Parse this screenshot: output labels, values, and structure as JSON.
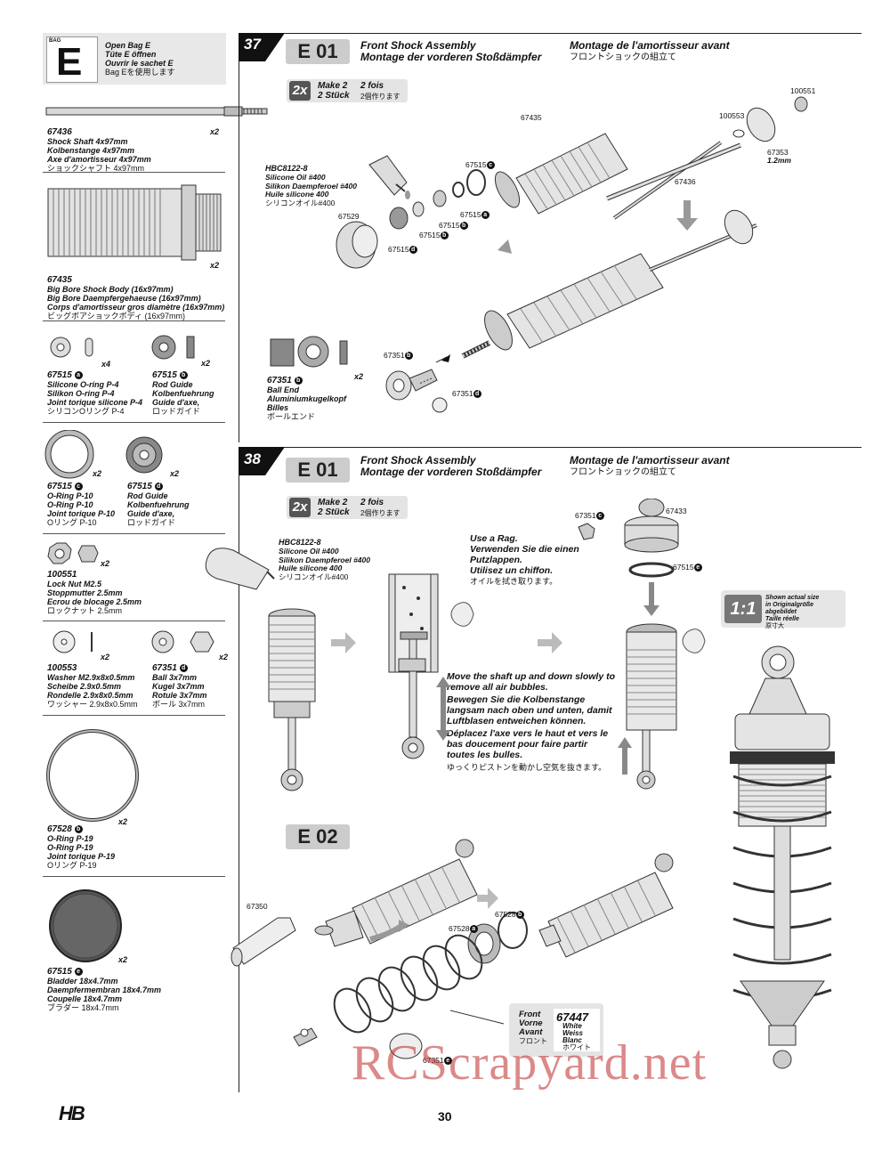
{
  "bag": {
    "label": "BAG",
    "letter": "E",
    "lines": [
      "Open Bag E",
      "Tüte E öffnen",
      "Ouvrir le sachet E",
      "Bag Eを使用します"
    ]
  },
  "parts": [
    {
      "code": "67436",
      "qty": "x2",
      "names": [
        "Shock Shaft 4x97mm",
        "Kolbenstange 4x97mm",
        "Axe d'amortisseur 4x97mm",
        "ショックシャフト 4x97mm"
      ]
    },
    {
      "code": "67435",
      "qty": "x2",
      "names": [
        "Big Bore Shock Body (16x97mm)",
        "Big Bore Daempfergehaeuse (16x97mm)",
        "Corps d'amortisseur gros diamètre (16x97mm)",
        "ビッグボアショックボディ (16x97mm)"
      ]
    },
    {
      "code": "67515",
      "sub": "a",
      "qty": "x4",
      "names": [
        "Silicone O-ring P-4",
        "Silikon O-ring P-4",
        "Joint torique silicone P-4",
        "シリコンOリング P-4"
      ]
    },
    {
      "code": "67515",
      "sub": "b",
      "qty": "x2",
      "names": [
        "Rod Guide",
        "Kolbenfuehrung",
        "Guide d'axe,",
        "ロッドガイド"
      ]
    },
    {
      "code": "67515",
      "sub": "c",
      "qty": "x2",
      "names": [
        "O-Ring P-10",
        "O-Ring P-10",
        "Joint torique P-10",
        "Oリング P-10"
      ]
    },
    {
      "code": "67515",
      "sub": "d",
      "qty": "x2",
      "names": [
        "Rod Guide",
        "Kolbenfuehrung",
        "Guide d'axe,",
        "ロッドガイド"
      ]
    },
    {
      "code": "100551",
      "qty": "x2",
      "names": [
        "Lock Nut M2.5",
        "Stoppmutter 2.5mm",
        "Ecrou de blocage 2.5mm",
        "ロックナット 2.5mm"
      ]
    },
    {
      "code": "100553",
      "qty": "x2",
      "names": [
        "Washer M2.9x8x0.5mm",
        "Scheibe 2.9x0.5mm",
        "Rondelle 2.9x8x0.5mm",
        "ワッシャー 2.9x8x0.5mm"
      ]
    },
    {
      "code": "67351",
      "sub": "d",
      "qty": "x2",
      "names": [
        "Ball 3x7mm",
        "Kugel 3x7mm",
        "Rotule 3x7mm",
        "ボール 3x7mm"
      ]
    },
    {
      "code": "67528",
      "sub": "b",
      "qty": "x2",
      "names": [
        "O-Ring P-19",
        "O-Ring P-19",
        "Joint torique P-19",
        "Oリング P-19"
      ]
    },
    {
      "code": "67515",
      "sub": "e",
      "qty": "x2",
      "names": [
        "Bladder 18x4.7mm",
        "Daempfermembran 18x4.7mm",
        "Coupelle 18x4.7mm",
        "ブラダー 18x4.7mm"
      ]
    }
  ],
  "step37": {
    "number": "37",
    "ebox": "E 01",
    "title_en": "Front Shock Assembly",
    "title_de": "Montage der vorderen Stoßdämpfer",
    "title_fr": "Montage de l'amortisseur avant",
    "title_jp": "フロントショックの組立て",
    "twox": "2x",
    "make_en": "Make 2",
    "make_fr": "2 fois",
    "make_de": "2 Stück",
    "make_jp": "2個作ります",
    "oil": [
      "HBC8122-8",
      "Silicone Oil #400",
      "Silikon Daempferoel #400",
      "Huile silicone 400",
      "シリコンオイル#400"
    ],
    "callouts": {
      "c100551": "100551",
      "c67435": "67435",
      "c100553": "100553",
      "c67353": "67353",
      "c67353mm": "1.2mm",
      "c67515c": "67515",
      "c67436": "67436",
      "c67529": "67529",
      "c67515a": "67515",
      "c67515b": "67515",
      "c67515d": "67515",
      "c67351b": "67351",
      "c67351d": "67351"
    },
    "ballend": {
      "code": "67351",
      "sub": "b",
      "qty": "x2",
      "names": [
        "Ball End",
        "Aluminiumkugelkopf",
        "Billes",
        "ボールエンド"
      ]
    }
  },
  "step38": {
    "number": "38",
    "ebox": "E 01",
    "title_en": "Front Shock Assembly",
    "title_de": "Montage der vorderen Stoßdämpfer",
    "title_fr": "Montage de l'amortisseur avant",
    "title_jp": "フロントショックの組立て",
    "twox": "2x",
    "make_en": "Make 2",
    "make_fr": "2 fois",
    "make_de": "2 Stück",
    "make_jp": "2個作ります",
    "oil": [
      "HBC8122-8",
      "Silicone Oil #400",
      "Silikon Daempferoel #400",
      "Huile silicone 400",
      "シリコンオイル#400"
    ],
    "rag": [
      "Use a Rag.",
      "Verwenden Sie die einen Putzlappen.",
      "Utilisez un chiffon.",
      "オイルを拭き取ります。"
    ],
    "shaft": [
      "Move the shaft up and down slowly to remove all air bubbles.",
      "Bewegen Sie die Kolbenstange langsam nach oben und unten, damit Luftblasen entweichen können.",
      "Déplacez l'axe vers le haut et vers le bas doucement pour faire partir toutes les bulles.",
      "ゆっくりピストンを動かし空気を抜きます。"
    ],
    "callouts": {
      "c67351c": "67351",
      "c67433": "67433",
      "c67515e": "67515"
    },
    "scale": {
      "ratio": "1:1",
      "lines": [
        "Shown actual size",
        "in Originalgröße abgebildet",
        "Taille réelle",
        "原寸大"
      ]
    },
    "e02": "E 02",
    "callouts2": {
      "c67350": "67350",
      "c67528a": "67528",
      "c67528b": "67528",
      "c67351e": "67351"
    },
    "spring": {
      "front": [
        "Front",
        "Vorne",
        "Avant",
        "フロント"
      ],
      "code": "67447",
      "color": [
        "White",
        "Weiss",
        "Blanc",
        "ホワイト"
      ]
    }
  },
  "footer": {
    "page": "30",
    "logo": "HB"
  },
  "watermark": "RCScrapyard.net"
}
